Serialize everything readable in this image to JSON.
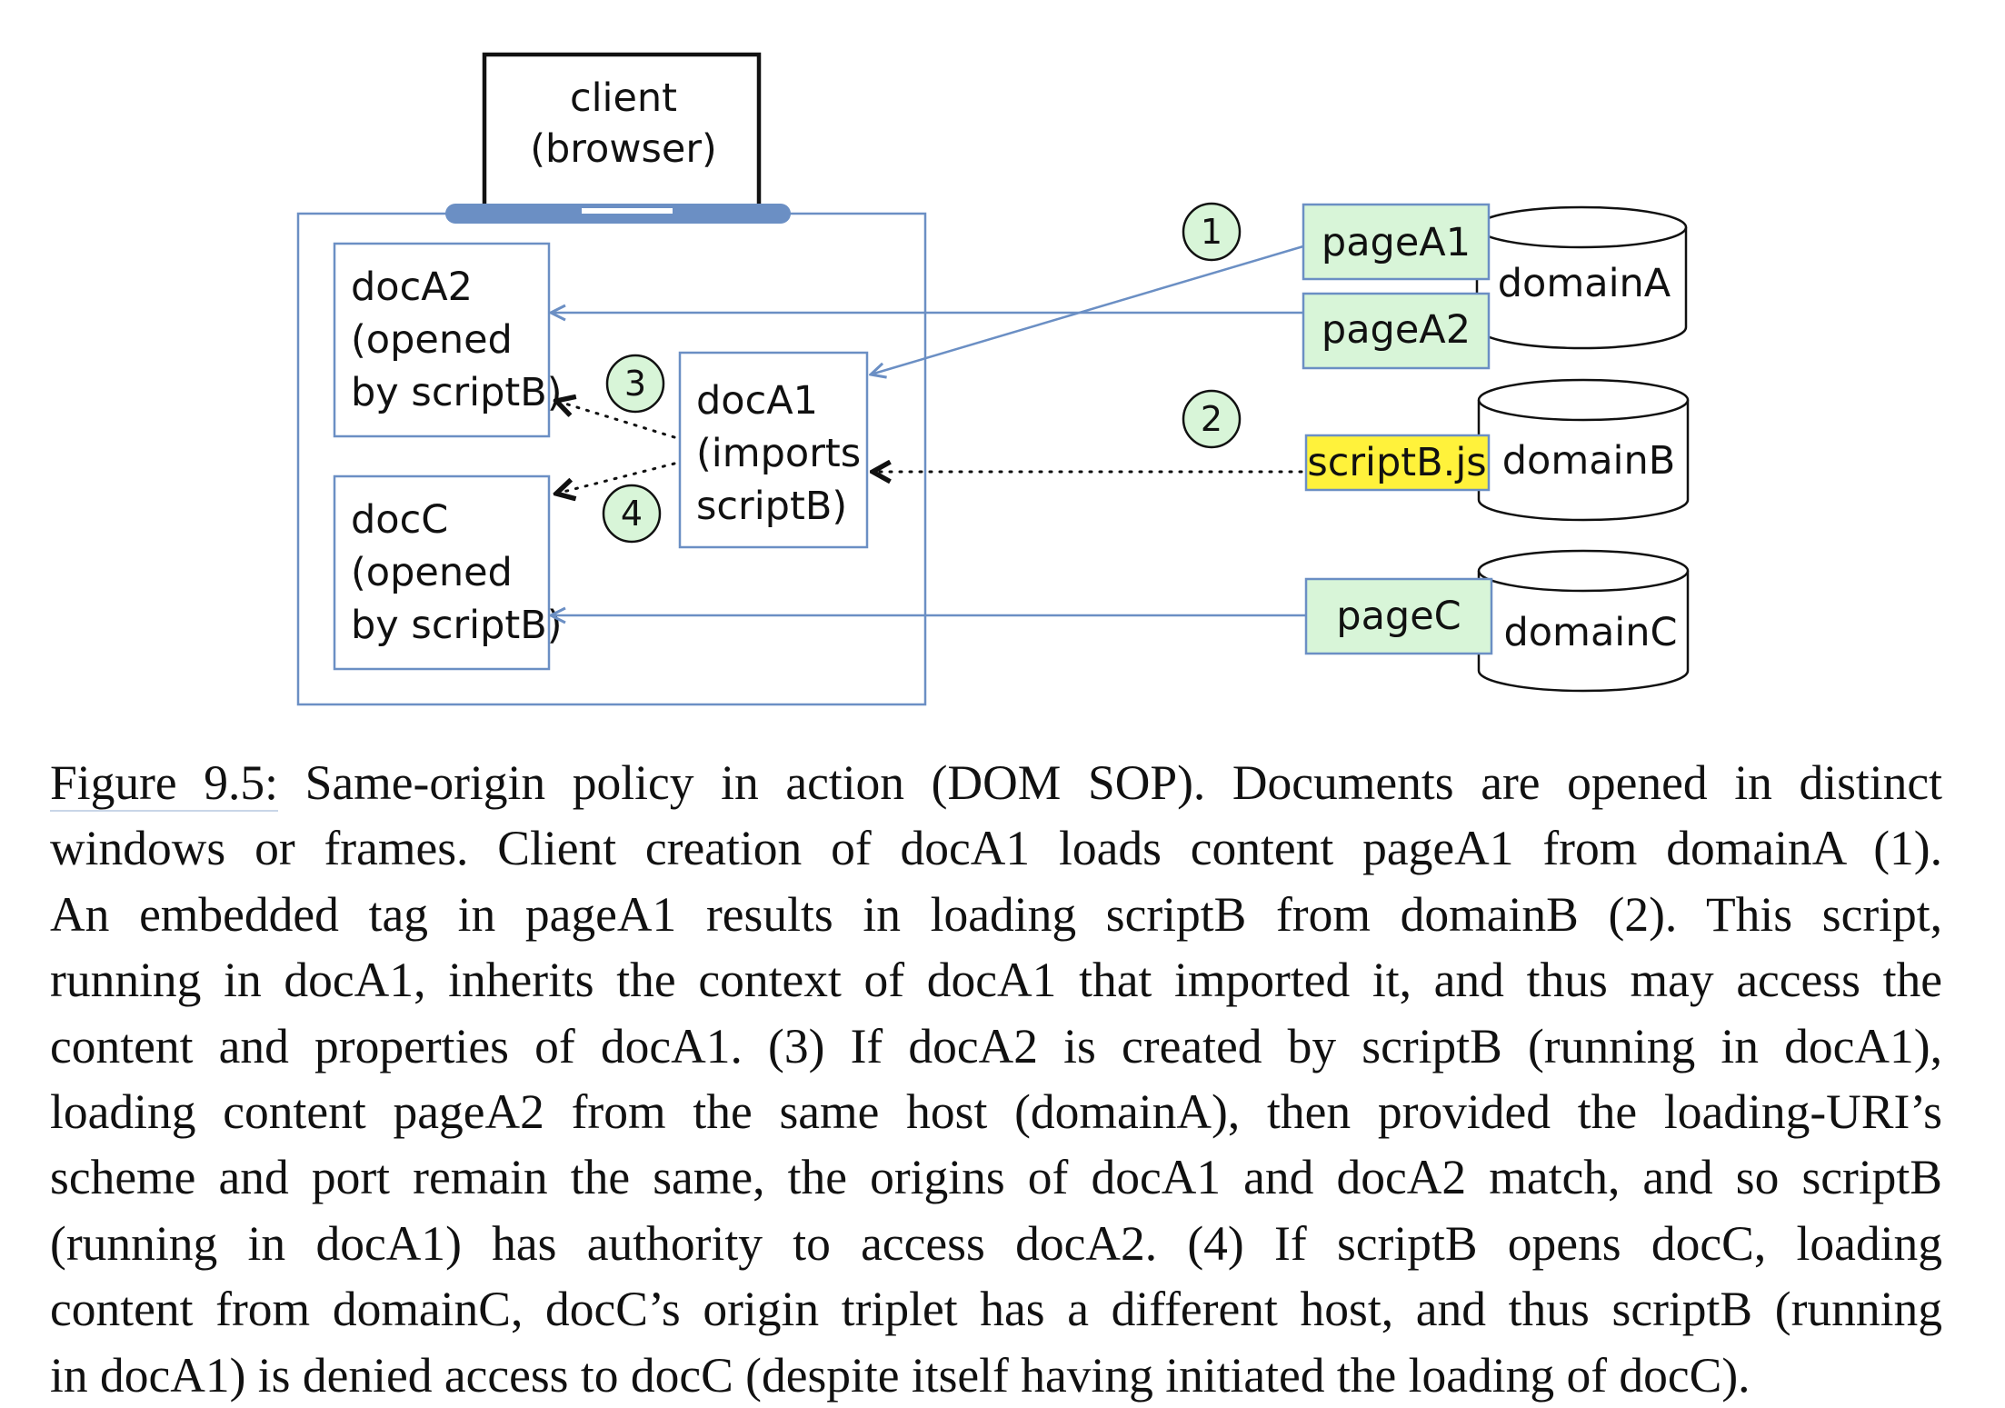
{
  "client": {
    "line1": "client",
    "line2": "(browser)"
  },
  "docs": {
    "docA2": [
      "docA2",
      "(opened",
      "by scriptB)"
    ],
    "docC": [
      "docC",
      "(opened",
      "by scriptB)"
    ],
    "docA1": [
      "docA1",
      "(imports",
      "scriptB)"
    ]
  },
  "servers": {
    "pageA1": "pageA1",
    "pageA2": "pageA2",
    "domainA": "domainA",
    "scriptB": "scriptB.js",
    "domainB": "domainB",
    "pageC": "pageC",
    "domainC": "domainC"
  },
  "steps": {
    "s1": "1",
    "s2": "2",
    "s3": "3",
    "s4": "4"
  },
  "colors": {
    "frame": "#6b8fc4",
    "arrow": "#6b8fc4",
    "page_fill": "#d8f5d8",
    "script_fill": "#fff23b",
    "step_fill": "#d8f5d8",
    "laptop_base": "#6b8fc4"
  },
  "caption": {
    "label": "Figure 9.5:",
    "lines": [
      " Same-origin policy in action (DOM SOP). Documents are opened in distinct",
      "windows or frames. Client creation of docA1 loads content pageA1 from domainA (1).",
      "An embedded tag in pageA1 results in loading scriptB from domainB (2). This script,",
      "running in docA1, inherits the context of docA1 that imported it, and thus may access the",
      "content and properties of docA1. (3) If docA2 is created by scriptB (running in docA1),",
      "loading content pageA2 from the same host (domainA), then provided the loading-URI’s",
      "scheme and port remain the same, the origins of docA1 and docA2 match, and so scriptB",
      "(running in docA1) has authority to access docA2. (4) If scriptB opens docC, loading",
      "content from domainC, docC’s origin triplet has a different host, and thus scriptB (running",
      "in docA1) is denied access to docC (despite itself having initiated the loading of docC)."
    ]
  }
}
